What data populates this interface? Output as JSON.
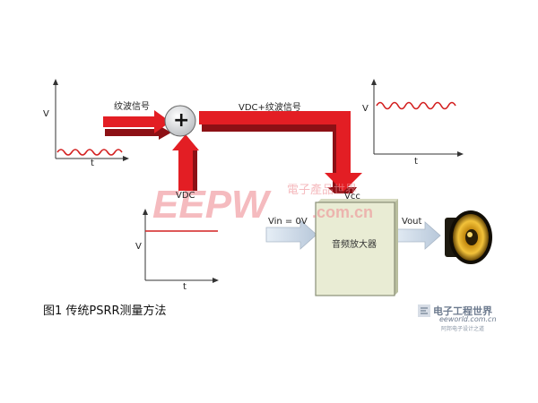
{
  "diagram": {
    "top_left_signal": {
      "axis_v": "V",
      "axis_t": "t"
    },
    "top_right_signal": {
      "axis_v": "V",
      "axis_t": "t"
    },
    "dc_signal": {
      "axis_v": "V",
      "axis_t": "t"
    },
    "ripple_label": "纹波信号",
    "sum_label": "VDC+纹波信号",
    "summer_symbol": "+",
    "vdc_label": "VDC",
    "vcc_label": "Vcc",
    "vin_label": "Vin = 0V",
    "vout_label": "Vout",
    "amp_label": "音频放大器",
    "caption": "图1  传统PSRR测量方法"
  },
  "watermark": {
    "eepw": "EEPW",
    "eepw_cn": "電子產品世界",
    "eepw_url": ".com.cn",
    "eeworld_cn": "电子工程世界",
    "eeworld_url": "eeworld.com.cn",
    "eeworld_sub": "阿邦电子设计之道"
  },
  "colors": {
    "arrow_red": "#e31e24",
    "arrow_dark": "#8c1015",
    "wave": "#d32020",
    "amp_fill": "#e9ecd4",
    "amp_border": "#8a8f78",
    "watermark": "#ef8f95"
  }
}
